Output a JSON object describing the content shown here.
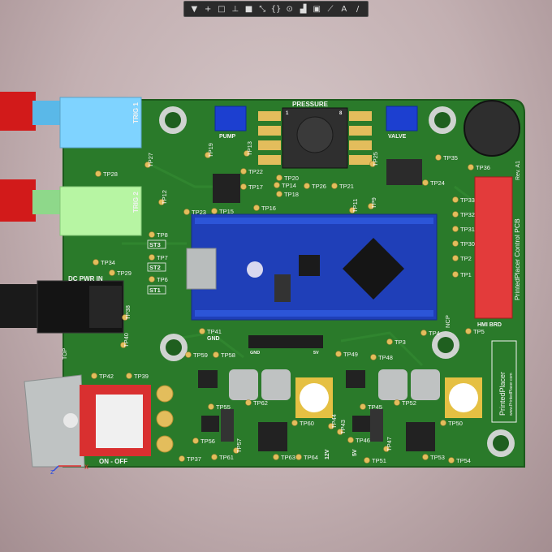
{
  "toolbar": {
    "buttons": [
      {
        "name": "filter-icon",
        "glyph": "▼"
      },
      {
        "name": "crosshair-icon",
        "glyph": "+"
      },
      {
        "name": "rectangle-select-icon",
        "glyph": "□"
      },
      {
        "name": "component-icon",
        "glyph": "⊥"
      },
      {
        "name": "pad-icon",
        "glyph": "■"
      },
      {
        "name": "route-icon",
        "glyph": "⤡"
      },
      {
        "name": "bus-icon",
        "glyph": "{}"
      },
      {
        "name": "via-icon",
        "glyph": "⊙"
      },
      {
        "name": "bar-chart-icon",
        "glyph": "▟"
      },
      {
        "name": "region-icon",
        "glyph": "▣"
      },
      {
        "name": "dimension-icon",
        "glyph": "⟋"
      },
      {
        "name": "text-icon",
        "glyph": "A"
      },
      {
        "name": "line-icon",
        "glyph": "/"
      }
    ]
  },
  "board": {
    "connector_labels": {
      "trig1": "TRIG 1",
      "trig2": "TRIG 2",
      "pump": "PUMP",
      "pressure": "PRESSURE",
      "valve": "VALVE",
      "dc_pwr": "DC PWR IN",
      "on_off": "ON - OFF",
      "hmi_brd": "HMI BRD",
      "gnd": "GND",
      "v5": "5V",
      "top": "TOP",
      "v12_a": "12V",
      "v5_b": "5V",
      "tp41_gnd": "GND",
      "sensor_pin1": "1",
      "sensor_pin8": "8"
    },
    "side_labels": {
      "rev": "Rev. A1",
      "title": "PrintedPlacer Control PCB",
      "brand": "PrintedPlacer",
      "url": "www.PrintedPlacer.com"
    },
    "status_labels": [
      "ST3",
      "ST2",
      "ST1"
    ],
    "test_points": [
      "TP1",
      "TP2",
      "TP3",
      "TP4",
      "TP5",
      "TP6",
      "TP7",
      "TP8",
      "TP9",
      "TP11",
      "TP12",
      "TP13",
      "TP14",
      "TP15",
      "TP16",
      "TP17",
      "TP18",
      "TP19",
      "TP20",
      "TP21",
      "TP22",
      "TP23",
      "TP24",
      "TP25",
      "TP26",
      "TP27",
      "TP28",
      "TP29",
      "TP30",
      "TP31",
      "TP32",
      "TP33",
      "TP34",
      "TP35",
      "TP36",
      "TP37",
      "TP38",
      "TP39",
      "TP40",
      "TP41",
      "TP42",
      "TP43",
      "TP44",
      "TP45",
      "TP46",
      "TP47",
      "TP48",
      "TP49",
      "TP50",
      "TP51",
      "TP52",
      "TP53",
      "TP54",
      "TP55",
      "TP56",
      "TP57",
      "TP58",
      "TP59",
      "TP60",
      "TP61",
      "TP62",
      "TP63",
      "TP64"
    ],
    "chip_label": "NCP"
  },
  "colors": {
    "pcb": "#2a7a2a",
    "pcb_edge": "#1c5a1c",
    "silkscreen": "#f2f2f2",
    "arduino": "#1f3fb8",
    "header_blue": "#1c3fd0",
    "copper": "#e3bd5c",
    "trig1_jack": "#7fd3ff",
    "trig2_jack": "#b7f5a3",
    "red_plug": "#d21a1a",
    "hmi_header": "#e33b3b"
  }
}
